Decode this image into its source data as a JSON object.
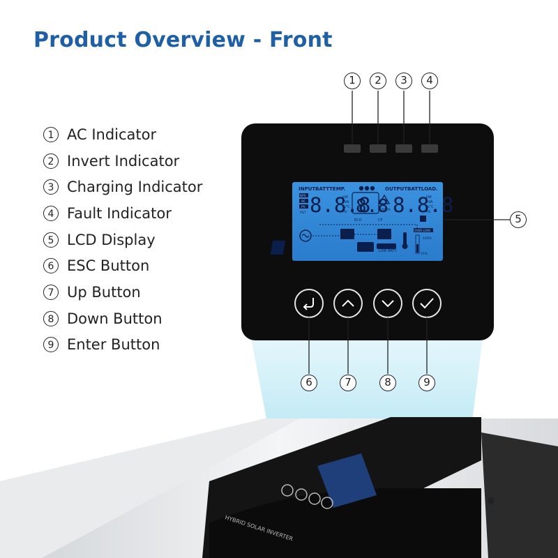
{
  "title": "Product Overview - Front",
  "legend": [
    {
      "num": "1",
      "label": "AC Indicator"
    },
    {
      "num": "2",
      "label": "Invert Indicator"
    },
    {
      "num": "3",
      "label": "Charging Indicator"
    },
    {
      "num": "4",
      "label": "Fault Indicator"
    },
    {
      "num": "5",
      "label": "LCD Display"
    },
    {
      "num": "6",
      "label": "ESC Button"
    },
    {
      "num": "7",
      "label": "Up Button"
    },
    {
      "num": "8",
      "label": "Down Button"
    },
    {
      "num": "9",
      "label": "Enter Button"
    }
  ],
  "lcd": {
    "left_header": "INPUTBATTTEMP.",
    "right_header": "OUTPUTBATTLOAD.",
    "left_digits": "8.8.8",
    "mid_digits": "8.8",
    "right_digits": "8.8.8",
    "units_left": "kW",
    "units_left2": "kVA",
    "units_left3": "%°C",
    "units_left4": "Hz",
    "units_right": "kW",
    "units_right2": "kVA",
    "units_right3": "%°C",
    "units_right4": "Hz",
    "eco": "ECO",
    "cf": "CF",
    "error": "ERROR",
    "low_batt": "LOW BATT.",
    "over_load": "OVER LOAD",
    "pct_100": "100%",
    "pct_25": "25%",
    "tags": [
      "BPS",
      "AC",
      "PV",
      "RST"
    ]
  },
  "device_label": "HYBRID SOLAR INVERTER",
  "colors": {
    "title": "#1f5fa5",
    "panel": "#0d0d0d",
    "lcd_bg": "#2f86d8",
    "glow": "#8fd9ec"
  }
}
